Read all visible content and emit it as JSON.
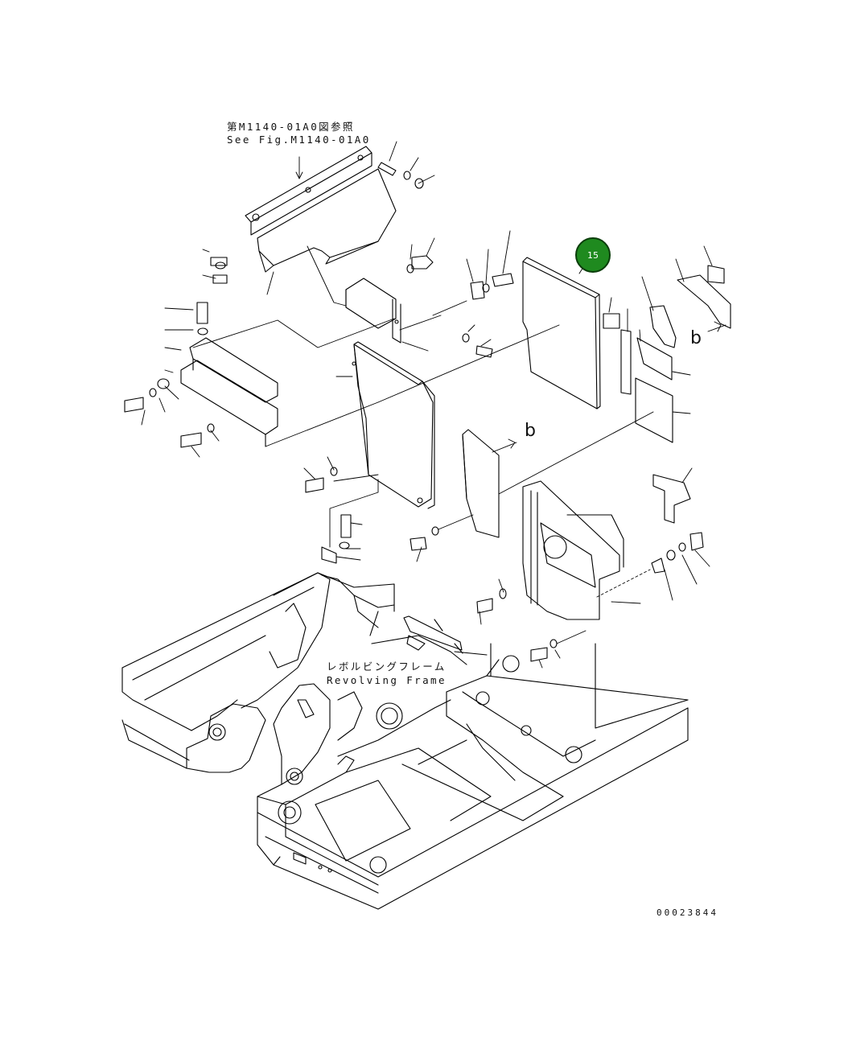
{
  "labels": {
    "ref_jp": "第M1140-01A0図参照",
    "ref_en": "See Fig.M1140-01A0",
    "frame_jp": "レボルビングフレーム",
    "frame_en": "Revolving Frame",
    "mark_b_upper": "b",
    "mark_b_lower": "b",
    "drawing_number": "00023844"
  },
  "callout": {
    "number": "15",
    "color": "#1f8a1f",
    "border_color": "#0a3d0a"
  },
  "colors": {
    "line": "#000000",
    "background": "#ffffff"
  }
}
